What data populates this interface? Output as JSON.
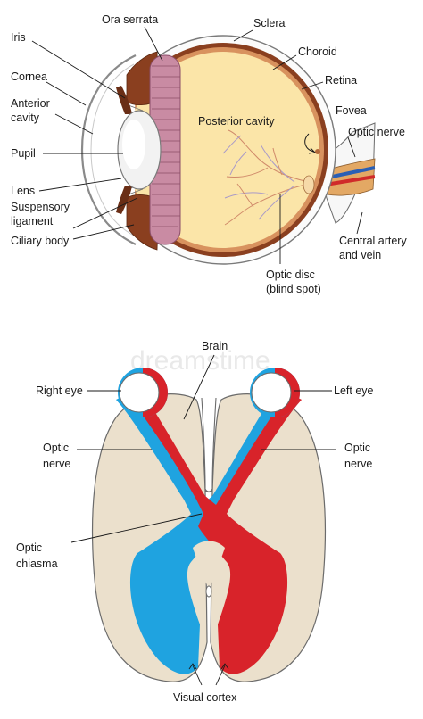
{
  "eye_diagram": {
    "labels": {
      "iris": "Iris",
      "ora_serrata": "Ora serrata",
      "sclera": "Sclera",
      "choroid": "Choroid",
      "retina": "Retina",
      "cornea": "Cornea",
      "anterior_cavity_1": "Anterior",
      "anterior_cavity_2": "cavity",
      "fovea": "Fovea",
      "posterior_cavity": "Posterior cavity",
      "optic_nerve": "Optic nerve",
      "pupil": "Pupil",
      "lens": "Lens",
      "suspensory_1": "Suspensory",
      "suspensory_2": "ligament",
      "ciliary_body": "Ciliary body",
      "central_artery_1": "Central artery",
      "central_artery_2": "and vein",
      "optic_disc_1": "Optic disc",
      "optic_disc_2": "(blind spot)"
    }
  },
  "visual_pathway": {
    "labels": {
      "brain": "Brain",
      "right_eye": "Right eye",
      "left_eye": "Left eye",
      "optic_nerve_left_1": "Optic",
      "optic_nerve_left_2": "nerve",
      "optic_nerve_right_1": "Optic",
      "optic_nerve_right_2": "nerve",
      "optic_chiasma_1": "Optic",
      "optic_chiasma_2": "chiasma",
      "visual_cortex": "Visual cortex"
    }
  },
  "watermark": "dreamstime",
  "colors": {
    "blue_pathway": "#1fa3e0",
    "red_pathway": "#d8232a",
    "brain_fill": "#ebe0cc",
    "vitreous": "#fbe5a8",
    "choroid": "#8a3f1f",
    "retina": "#d8925e",
    "ora_serrata": "#c98ba3"
  }
}
